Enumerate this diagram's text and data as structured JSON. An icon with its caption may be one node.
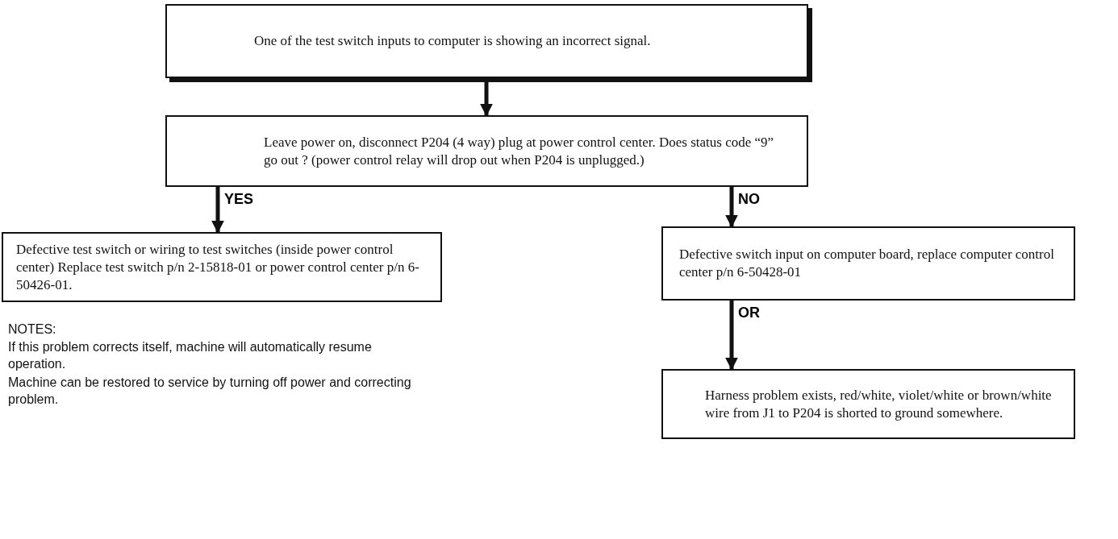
{
  "diagram": {
    "nodes": [
      {
        "text": [
          "One of the test switch inputs to computer is showing an incorrect signal."
        ]
      },
      {
        "text": [
          "Leave power on, disconnect P204 (4 way) plug at power control center.  Does status code “9” go out ? (power control relay will drop out when P204 is unplugged.)"
        ]
      },
      {
        "text": [
          "Defective test switch or wiring to test switches (inside power control center) Replace test switch p/n 2-15818-01 or power control center p/n 6-50426-01."
        ]
      },
      {
        "text": [
          "Defective switch input on computer board, replace computer control center p/n 6-50428-01"
        ]
      },
      {
        "text": [
          "Harness problem exists, red/white, violet/white or brown/white wire from J1 to P204 is shorted to ground somewhere."
        ]
      }
    ],
    "edges": [
      {
        "from": 0,
        "to": 1,
        "arrow": "to"
      },
      {
        "from": 1,
        "to": 2,
        "arrow": "to",
        "label": "YES"
      },
      {
        "from": 1,
        "to": 3,
        "arrow": "to",
        "label": "NO"
      },
      {
        "from": 3,
        "to": 4,
        "arrow": "to",
        "label": "OR"
      }
    ],
    "labels": [
      "NOTES:",
      "If this problem corrects itself, machine will automatically resume operation.",
      "Machine can be restored to service by turning off power and correcting problem."
    ]
  }
}
